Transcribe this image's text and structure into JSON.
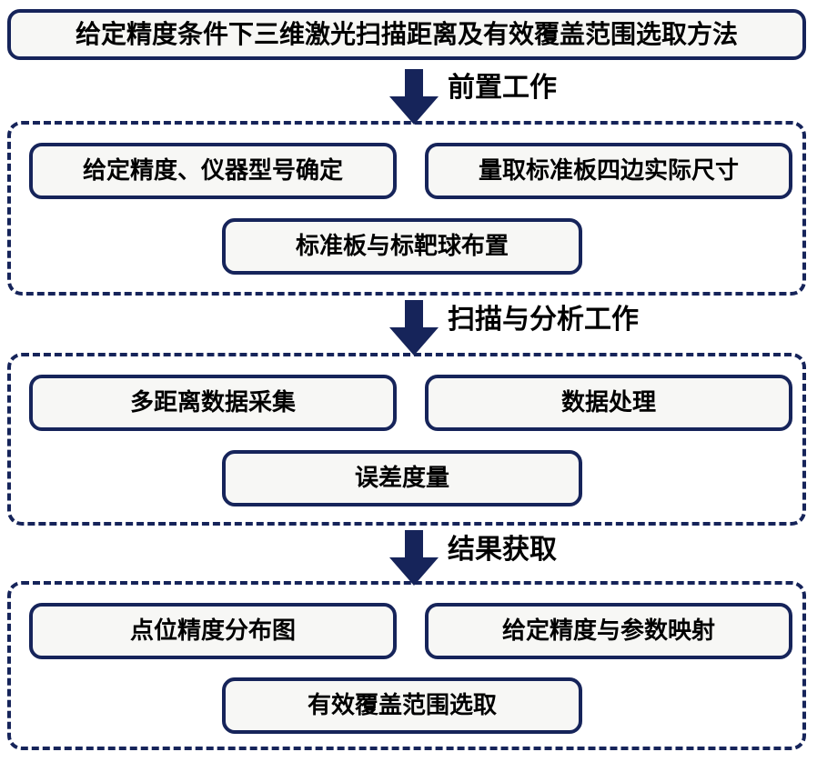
{
  "diagram": {
    "title": "给定精度条件下三维激光扫描距离及有效覆盖范围选取方法",
    "accent_color": "#16245a",
    "box_fill_color": "#f7f7f5",
    "text_color": "#000000",
    "background_color": "#ffffff",
    "stages": [
      {
        "id": "stage-preparatory",
        "arrow_label": "前置工作",
        "nodes": [
          {
            "id": "node-accuracy-instrument",
            "label": "给定精度、仪器型号确定"
          },
          {
            "id": "node-measure-standard-plate",
            "label": "量取标准板四边实际尺寸"
          },
          {
            "id": "node-plate-target-layout",
            "label": "标准板与标靶球布置"
          }
        ]
      },
      {
        "id": "stage-scan-analysis",
        "arrow_label": "扫描与分析工作",
        "nodes": [
          {
            "id": "node-multi-distance-collection",
            "label": "多距离数据采集"
          },
          {
            "id": "node-data-processing",
            "label": "数据处理"
          },
          {
            "id": "node-error-measurement",
            "label": "误差度量"
          }
        ]
      },
      {
        "id": "stage-results",
        "arrow_label": "结果获取",
        "nodes": [
          {
            "id": "node-point-accuracy-map",
            "label": "点位精度分布图"
          },
          {
            "id": "node-accuracy-parameter-mapping",
            "label": "给定精度与参数映射"
          },
          {
            "id": "node-effective-coverage-selection",
            "label": "有效覆盖范围选取"
          }
        ]
      }
    ]
  }
}
